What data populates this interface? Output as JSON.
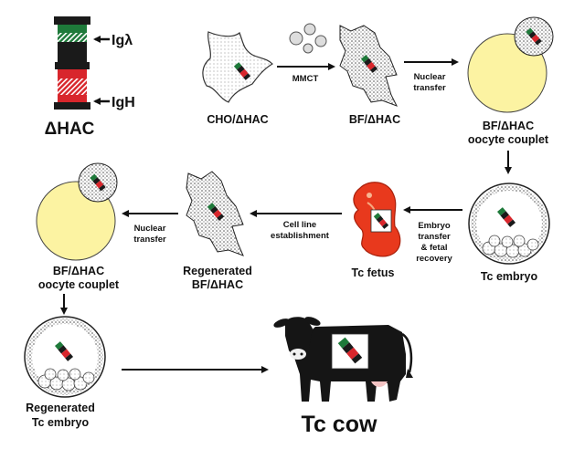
{
  "hac": {
    "title": "ΔHAC",
    "lambda_label": "Igλ",
    "heavy_label": "IgH"
  },
  "cells": {
    "cho": "CHO/ΔHAC",
    "bf": "BF/ΔHAC",
    "bf_couplet_line1": "BF/ΔHAC",
    "bf_couplet_line2": "oocyte couplet",
    "tc_embryo": "Tc embryo",
    "tc_fetus": "Tc fetus",
    "regen_bf_line1": "Regenerated",
    "regen_bf_line2": "BF/ΔHAC",
    "bf_couplet2_line1": "BF/ΔHAC",
    "bf_couplet2_line2": "oocyte couplet",
    "regen_embryo_line1": "Regenerated",
    "regen_embryo_line2": "Tc embryo",
    "tc_cow": "Tc cow"
  },
  "steps": {
    "mmct": "MMCT",
    "nuclear_transfer_1a": "Nuclear",
    "nuclear_transfer_1b": "transfer",
    "embryo_transfer_a": "Embryo",
    "embryo_transfer_b": "transfer",
    "embryo_transfer_c": "& fetal",
    "embryo_transfer_d": "recovery",
    "cell_line_a": "Cell line",
    "cell_line_b": "establishment",
    "nuclear_transfer_2a": "Nuclear",
    "nuclear_transfer_2b": "transfer"
  },
  "colors": {
    "chromosome_green": "#1e7a3a",
    "chromosome_red": "#d8262c",
    "chromosome_dark": "#1a1a1a",
    "oocyte_yellow": "#fcf3a2",
    "fetus_red": "#e8391d"
  }
}
